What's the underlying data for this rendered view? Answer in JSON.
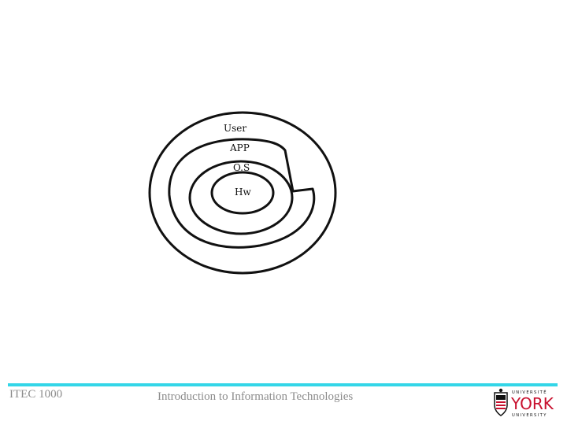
{
  "diagram": {
    "layers": [
      {
        "label": "User"
      },
      {
        "label": "APP"
      },
      {
        "label": "O.S"
      },
      {
        "label": "Hw"
      }
    ]
  },
  "footer": {
    "course_code": "ITEC 1000",
    "course_title": "Introduction to Information Technologies",
    "logo": {
      "top_word": "UNIVERSITÉ",
      "main_word": "YORK",
      "bottom_word": "UNIVERSITY"
    }
  },
  "colors": {
    "rule": "#33d6e8",
    "footer_text": "#8c8c8c",
    "logo_red": "#c8102e",
    "ink": "#111111"
  }
}
